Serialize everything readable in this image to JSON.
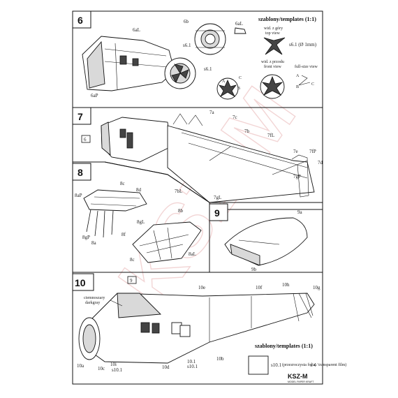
{
  "watermark": "KSZ-M",
  "steps": [
    {
      "number": "6",
      "labels": [
        "6aL",
        "6b",
        "s6.1",
        "6aP",
        "s6.1",
        "6aL"
      ]
    },
    {
      "number": "7",
      "labels": [
        "6",
        "7a",
        "7c",
        "7b",
        "7fL",
        "7e",
        "7fP",
        "7d",
        "7bL",
        "7gL",
        "7gP"
      ]
    },
    {
      "number": "8",
      "labels": [
        "8aP",
        "8c",
        "8d",
        "8b",
        "8gL",
        "8gP",
        "8a",
        "8f",
        "8c",
        "8aL"
      ]
    },
    {
      "number": "9",
      "labels": [
        "9a",
        "9b"
      ]
    },
    {
      "number": "10",
      "labels": [
        "9",
        "10e",
        "10f",
        "10h",
        "10g",
        "10a",
        "10c",
        "10i",
        "s10.1",
        "10d",
        "10.1",
        "10b",
        "s10.1"
      ]
    }
  ],
  "templates_header": "szablony/templates (1:1)",
  "view_top": "wid. z góry\ntop view",
  "view_front": "wid. z przodu\nfront view",
  "s61_note": "s6.1 (Ø 1mm)",
  "full_size": "full-size view",
  "abc": [
    "A",
    "B",
    "C",
    "A",
    "B",
    "C"
  ],
  "color_note": "ciemnoszary\ndarkgray",
  "templates_header_10": "szablony/templates (1:1)",
  "s101_label": "s10.1",
  "s101_note": "(przezroczysta folia / transparent film)",
  "s101_qty": "x 4",
  "logo": "KSZ-M",
  "logo_sub": "MODEL PAPER KRAFT"
}
